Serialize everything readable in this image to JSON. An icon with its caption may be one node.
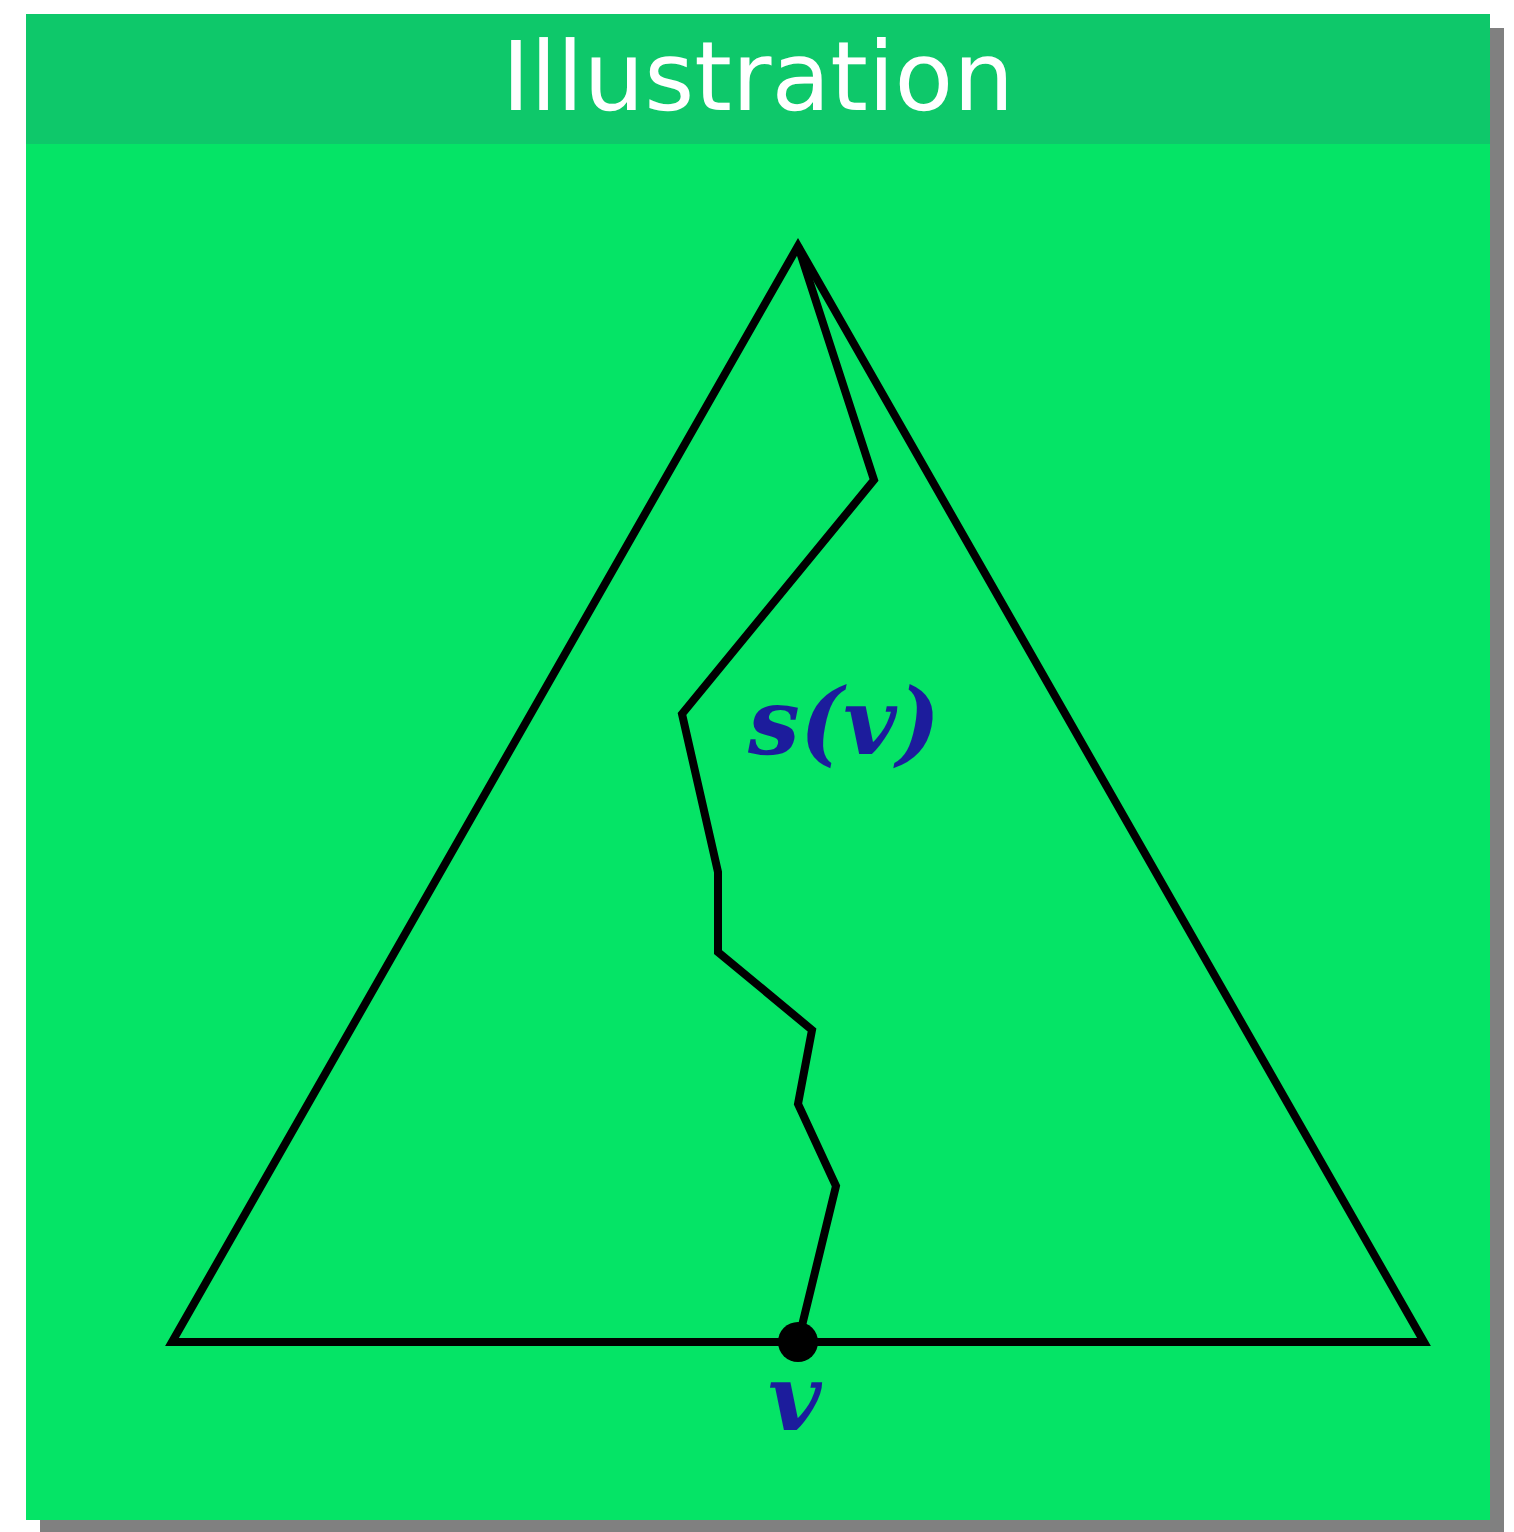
{
  "diagram": {
    "title": "Illustration",
    "labels": [
      "s(v)",
      "v"
    ]
  }
}
